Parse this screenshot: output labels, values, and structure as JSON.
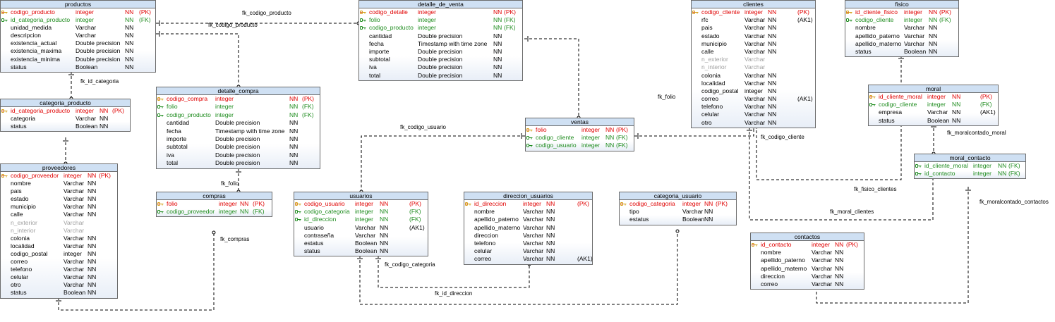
{
  "relationships": [
    {
      "name": "fk_codigo_producto"
    },
    {
      "name": "fk_codigo_producto"
    },
    {
      "name": "fk_id_categoria"
    },
    {
      "name": "fk_folio"
    },
    {
      "name": "fk_folio"
    },
    {
      "name": "fk_codigo_usuario"
    },
    {
      "name": "fk_codigo_cliente"
    },
    {
      "name": "fk_compras"
    },
    {
      "name": "fk_codigo_categoria"
    },
    {
      "name": "fk_id_direccion"
    },
    {
      "name": "fk_fisico_clientes"
    },
    {
      "name": "fk_moral_clientes"
    },
    {
      "name": "fk_moralcontado_moral"
    },
    {
      "name": "fk_moralcontado_contactos"
    }
  ],
  "entities": [
    {
      "id": "productos",
      "name": "productos",
      "cols": [
        {
          "n": "codigo_producto",
          "t": "integer",
          "nn": "NN",
          "k": "(PK)",
          "kind": "pk"
        },
        {
          "n": "id_categoria_producto",
          "t": "integer",
          "nn": "NN",
          "k": "(FK)",
          "kind": "fk"
        },
        {
          "n": "unidad_medida",
          "t": "Varchar",
          "nn": "NN",
          "k": "",
          "kind": "attr"
        },
        {
          "n": "descripcion",
          "t": "Varchar",
          "nn": "NN",
          "k": "",
          "kind": "attr"
        },
        {
          "n": "existencia_actual",
          "t": "Double precision",
          "nn": "NN",
          "k": "",
          "kind": "attr"
        },
        {
          "n": "existencia_maxima",
          "t": "Double precision",
          "nn": "NN",
          "k": "",
          "kind": "attr"
        },
        {
          "n": "existencia_minima",
          "t": "Double precision",
          "nn": "NN",
          "k": "",
          "kind": "attr"
        },
        {
          "n": "status",
          "t": "Boolean",
          "nn": "NN",
          "k": "",
          "kind": "attr"
        }
      ]
    },
    {
      "id": "categoria_producto",
      "name": "categoria_producto",
      "cols": [
        {
          "n": "id_categoria_producto",
          "t": "integer",
          "nn": "NN",
          "k": "(PK)",
          "kind": "pk"
        },
        {
          "n": "categoria",
          "t": "Varchar",
          "nn": "NN",
          "k": "",
          "kind": "attr"
        },
        {
          "n": "status",
          "t": "Boolean",
          "nn": "NN",
          "k": "",
          "kind": "attr"
        }
      ]
    },
    {
      "id": "proveedores",
      "name": "proveedores",
      "cols": [
        {
          "n": "codigo_proveedor",
          "t": "integer",
          "nn": "NN",
          "k": "(PK)",
          "kind": "pk"
        },
        {
          "n": "nombre",
          "t": "Varchar",
          "nn": "NN",
          "k": "",
          "kind": "attr"
        },
        {
          "n": "pais",
          "t": "Varchar",
          "nn": "NN",
          "k": "",
          "kind": "attr"
        },
        {
          "n": "estado",
          "t": "Varchar",
          "nn": "NN",
          "k": "",
          "kind": "attr"
        },
        {
          "n": "municipio",
          "t": "Varchar",
          "nn": "NN",
          "k": "",
          "kind": "attr"
        },
        {
          "n": "calle",
          "t": "Varchar",
          "nn": "NN",
          "k": "",
          "kind": "attr"
        },
        {
          "n": "n_exterior",
          "t": "Varchar",
          "nn": "",
          "k": "",
          "kind": "dim"
        },
        {
          "n": "n_interior",
          "t": "Varchar",
          "nn": "",
          "k": "",
          "kind": "dim"
        },
        {
          "n": "colonia",
          "t": "Varchar",
          "nn": "NN",
          "k": "",
          "kind": "attr"
        },
        {
          "n": "localidad",
          "t": "Varchar",
          "nn": "NN",
          "k": "",
          "kind": "attr"
        },
        {
          "n": "codigo_postal",
          "t": "integer",
          "nn": "NN",
          "k": "",
          "kind": "attr"
        },
        {
          "n": "correo",
          "t": "Varchar",
          "nn": "NN",
          "k": "",
          "kind": "attr"
        },
        {
          "n": "telefono",
          "t": "Varchar",
          "nn": "NN",
          "k": "",
          "kind": "attr"
        },
        {
          "n": "celular",
          "t": "Varchar",
          "nn": "NN",
          "k": "",
          "kind": "attr"
        },
        {
          "n": "otro",
          "t": "Varchar",
          "nn": "NN",
          "k": "",
          "kind": "attr"
        },
        {
          "n": "status",
          "t": "Boolean",
          "nn": "NN",
          "k": "",
          "kind": "attr"
        }
      ]
    },
    {
      "id": "detalle_compra",
      "name": "detalle_compra",
      "cols": [
        {
          "n": "codigo_compra",
          "t": "integer",
          "nn": "NN",
          "k": "(PK)",
          "kind": "pk"
        },
        {
          "n": "folio",
          "t": "integer",
          "nn": "NN",
          "k": "(FK)",
          "kind": "fk"
        },
        {
          "n": "codigo_producto",
          "t": "integer",
          "nn": "NN",
          "k": "(FK)",
          "kind": "fk"
        },
        {
          "n": "cantidad",
          "t": "Double precision",
          "nn": "NN",
          "k": "",
          "kind": "attr"
        },
        {
          "n": "fecha",
          "t": "Timestamp with time zone",
          "nn": "NN",
          "k": "",
          "kind": "attr"
        },
        {
          "n": "importe",
          "t": "Double precision",
          "nn": "NN",
          "k": "",
          "kind": "attr"
        },
        {
          "n": "subtotal",
          "t": "Double precision",
          "nn": "NN",
          "k": "",
          "kind": "attr"
        },
        {
          "n": "iva",
          "t": "Double precision",
          "nn": "NN",
          "k": "",
          "kind": "attr"
        },
        {
          "n": "total",
          "t": "Double precision",
          "nn": "NN",
          "k": "",
          "kind": "attr"
        }
      ]
    },
    {
      "id": "compras",
      "name": "compras",
      "cols": [
        {
          "n": "folio",
          "t": "integer",
          "nn": "NN",
          "k": "(PK)",
          "kind": "pk"
        },
        {
          "n": "codigo_proveedor",
          "t": "integer",
          "nn": "NN",
          "k": "(FK)",
          "kind": "fk"
        }
      ]
    },
    {
      "id": "detalle_de_venta",
      "name": "detalle_de_venta",
      "cols": [
        {
          "n": "codigo_detalle",
          "t": "integer",
          "nn": "NN",
          "k": "(PK)",
          "kind": "pk"
        },
        {
          "n": "folio",
          "t": "integer",
          "nn": "NN",
          "k": "(FK)",
          "kind": "fk"
        },
        {
          "n": "codigo_producto",
          "t": "integer",
          "nn": "NN",
          "k": "(FK)",
          "kind": "fk"
        },
        {
          "n": "cantidad",
          "t": "Double precision",
          "nn": "NN",
          "k": "",
          "kind": "attr"
        },
        {
          "n": "fecha",
          "t": "Timestamp with time zone",
          "nn": "NN",
          "k": "",
          "kind": "attr"
        },
        {
          "n": "importe",
          "t": "Double precision",
          "nn": "NN",
          "k": "",
          "kind": "attr"
        },
        {
          "n": "subtotal",
          "t": "Double precision",
          "nn": "NN",
          "k": "",
          "kind": "attr"
        },
        {
          "n": "iva",
          "t": "Double precision",
          "nn": "NN",
          "k": "",
          "kind": "attr"
        },
        {
          "n": "total",
          "t": "Double precision",
          "nn": "NN",
          "k": "",
          "kind": "attr"
        }
      ]
    },
    {
      "id": "ventas",
      "name": "ventas",
      "cols": [
        {
          "n": "folio",
          "t": "integer",
          "nn": "NN",
          "k": "(PK)",
          "kind": "pk"
        },
        {
          "n": "codigo_cliente",
          "t": "integer",
          "nn": "NN",
          "k": "(FK)",
          "kind": "fk"
        },
        {
          "n": "codigo_usuario",
          "t": "integer",
          "nn": "NN",
          "k": "(FK)",
          "kind": "fk"
        }
      ]
    },
    {
      "id": "usuarios",
      "name": "usuarios",
      "cols": [
        {
          "n": "codigo_usuario",
          "t": "integer",
          "nn": "NN",
          "k": "(PK)",
          "kind": "pk"
        },
        {
          "n": "codigo_categoria",
          "t": "integer",
          "nn": "NN",
          "k": "(FK)",
          "kind": "fk"
        },
        {
          "n": "id_direccion",
          "t": "integer",
          "nn": "NN",
          "k": "(FK)",
          "kind": "fk"
        },
        {
          "n": "usuario",
          "t": "Varchar",
          "nn": "NN",
          "k": "(AK1)",
          "kind": "attr"
        },
        {
          "n": "contraseña",
          "t": "Varchar",
          "nn": "NN",
          "k": "",
          "kind": "attr"
        },
        {
          "n": "estatus",
          "t": "Boolean",
          "nn": "NN",
          "k": "",
          "kind": "attr"
        },
        {
          "n": "status",
          "t": "Boolean",
          "nn": "NN",
          "k": "",
          "kind": "attr"
        }
      ]
    },
    {
      "id": "direccion_usuarios",
      "name": "direccion_usuarios",
      "cols": [
        {
          "n": "id_direccion",
          "t": "integer",
          "nn": "NN",
          "k": "(PK)",
          "kind": "pk"
        },
        {
          "n": "nombre",
          "t": "Varchar",
          "nn": "NN",
          "k": "",
          "kind": "attr"
        },
        {
          "n": "apellido_paterno",
          "t": "Varchar",
          "nn": "NN",
          "k": "",
          "kind": "attr"
        },
        {
          "n": "apellido_materno",
          "t": "Varchar",
          "nn": "NN",
          "k": "",
          "kind": "attr"
        },
        {
          "n": "direccion",
          "t": "Varchar",
          "nn": "NN",
          "k": "",
          "kind": "attr"
        },
        {
          "n": "telefono",
          "t": "Varchar",
          "nn": "NN",
          "k": "",
          "kind": "attr"
        },
        {
          "n": "celular",
          "t": "Varchar",
          "nn": "NN",
          "k": "",
          "kind": "attr"
        },
        {
          "n": "correo",
          "t": "Varchar",
          "nn": "NN",
          "k": "(AK1)",
          "kind": "attr"
        }
      ]
    },
    {
      "id": "categoria_usuario",
      "name": "categoria_usuario",
      "cols": [
        {
          "n": "codigo_categoria",
          "t": "integer",
          "nn": "NN",
          "k": "(PK)",
          "kind": "pk"
        },
        {
          "n": "tipo",
          "t": "Varchar",
          "nn": "NN",
          "k": "",
          "kind": "attr"
        },
        {
          "n": "estatus",
          "t": "Boolean",
          "nn": "NN",
          "k": "",
          "kind": "attr"
        }
      ]
    },
    {
      "id": "clientes",
      "name": "clientes",
      "cols": [
        {
          "n": "codigo_cliente",
          "t": "integer",
          "nn": "NN",
          "k": "(PK)",
          "kind": "pk"
        },
        {
          "n": "rfc",
          "t": "Varchar",
          "nn": "NN",
          "k": "(AK1)",
          "kind": "attr"
        },
        {
          "n": "pais",
          "t": "Varchar",
          "nn": "NN",
          "k": "",
          "kind": "attr"
        },
        {
          "n": "estado",
          "t": "Varchar",
          "nn": "NN",
          "k": "",
          "kind": "attr"
        },
        {
          "n": "municipio",
          "t": "Varchar",
          "nn": "NN",
          "k": "",
          "kind": "attr"
        },
        {
          "n": "calle",
          "t": "Varchar",
          "nn": "NN",
          "k": "",
          "kind": "attr"
        },
        {
          "n": "n_exterior",
          "t": "Varchar",
          "nn": "",
          "k": "",
          "kind": "dim"
        },
        {
          "n": "n_interior",
          "t": "Varchar",
          "nn": "",
          "k": "",
          "kind": "dim"
        },
        {
          "n": "colonia",
          "t": "Varchar",
          "nn": "NN",
          "k": "",
          "kind": "attr"
        },
        {
          "n": "localidad",
          "t": "Varchar",
          "nn": "NN",
          "k": "",
          "kind": "attr"
        },
        {
          "n": "codigo_postal",
          "t": "integer",
          "nn": "NN",
          "k": "",
          "kind": "attr"
        },
        {
          "n": "correo",
          "t": "Varchar",
          "nn": "NN",
          "k": "(AK1)",
          "kind": "attr"
        },
        {
          "n": "telefono",
          "t": "Varchar",
          "nn": "NN",
          "k": "",
          "kind": "attr"
        },
        {
          "n": "celular",
          "t": "Varchar",
          "nn": "NN",
          "k": "",
          "kind": "attr"
        },
        {
          "n": "otro",
          "t": "Varchar",
          "nn": "NN",
          "k": "",
          "kind": "attr"
        }
      ]
    },
    {
      "id": "fisico",
      "name": "fisico",
      "cols": [
        {
          "n": "id_cliente_fisico",
          "t": "integer",
          "nn": "NN",
          "k": "(PK)",
          "kind": "pk"
        },
        {
          "n": "codigo_cliente",
          "t": "integer",
          "nn": "NN",
          "k": "(FK)",
          "kind": "fk"
        },
        {
          "n": "nombre",
          "t": "Varchar",
          "nn": "NN",
          "k": "",
          "kind": "attr"
        },
        {
          "n": "apellido_paterno",
          "t": "Varchar",
          "nn": "NN",
          "k": "",
          "kind": "attr"
        },
        {
          "n": "apellido_materno",
          "t": "Varchar",
          "nn": "NN",
          "k": "",
          "kind": "attr"
        },
        {
          "n": "status",
          "t": "Boolean",
          "nn": "NN",
          "k": "",
          "kind": "attr"
        }
      ]
    },
    {
      "id": "moral",
      "name": "moral",
      "cols": [
        {
          "n": "id_cliente_moral",
          "t": "integer",
          "nn": "NN",
          "k": "(PK)",
          "kind": "pk"
        },
        {
          "n": "codigo_cliente",
          "t": "integer",
          "nn": "NN",
          "k": "(FK)",
          "kind": "fk"
        },
        {
          "n": "empresa",
          "t": "Varchar",
          "nn": "NN",
          "k": "(AK1)",
          "kind": "attr"
        },
        {
          "n": "status",
          "t": "Boolean",
          "nn": "NN",
          "k": "",
          "kind": "attr"
        }
      ]
    },
    {
      "id": "moral_contacto",
      "name": "moral_contacto",
      "cols": [
        {
          "n": "id_cliente_moral",
          "t": "integer",
          "nn": "NN",
          "k": "(FK)",
          "kind": "fk"
        },
        {
          "n": "id_contacto",
          "t": "integer",
          "nn": "NN",
          "k": "(FK)",
          "kind": "fk"
        }
      ]
    },
    {
      "id": "contactos",
      "name": "contactos",
      "cols": [
        {
          "n": "id_contacto",
          "t": "integer",
          "nn": "NN",
          "k": "(PK)",
          "kind": "pk"
        },
        {
          "n": "nombre",
          "t": "Varchar",
          "nn": "NN",
          "k": "",
          "kind": "attr"
        },
        {
          "n": "apellido_paterno",
          "t": "Varchar",
          "nn": "NN",
          "k": "",
          "kind": "attr"
        },
        {
          "n": "apellido_materno",
          "t": "Varchar",
          "nn": "NN",
          "k": "",
          "kind": "attr"
        },
        {
          "n": "direccion",
          "t": "Varchar",
          "nn": "NN",
          "k": "",
          "kind": "attr"
        },
        {
          "n": "correo",
          "t": "Varchar",
          "nn": "NN",
          "k": "",
          "kind": "attr"
        }
      ]
    }
  ]
}
